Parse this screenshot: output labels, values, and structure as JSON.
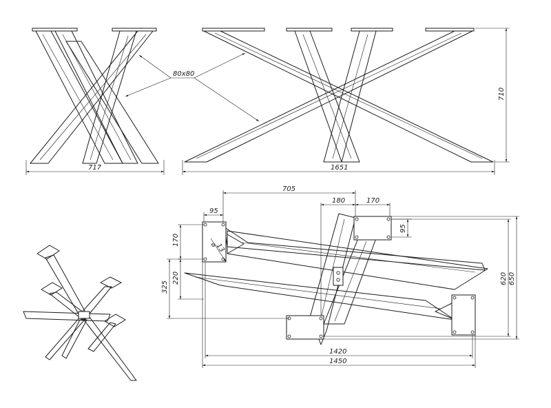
{
  "dimensions": {
    "profile": "80x80",
    "front_width": "717",
    "side_length": "1651",
    "height": "710",
    "top_span": "705",
    "plate_width": "95",
    "offset_180": "180",
    "offset_170_top": "170",
    "plate_height": "95",
    "left_170": "170",
    "left_220": "220",
    "left_325": "325",
    "hole_diameter": "13",
    "depth_620": "620",
    "depth_650": "650",
    "length_1420": "1420",
    "length_1450": "1450"
  },
  "symbols": {
    "diameter": "⌀"
  }
}
